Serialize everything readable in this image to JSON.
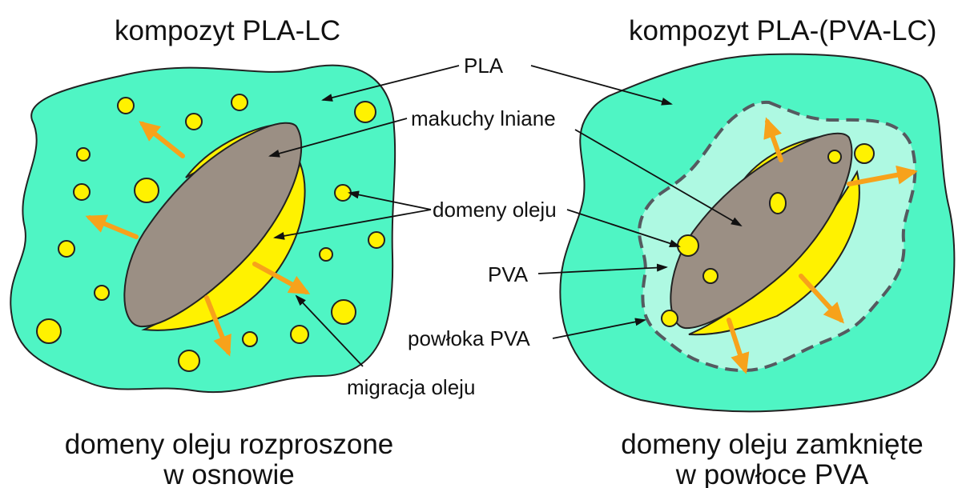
{
  "titles": {
    "left": "kompozyt PLA-LC",
    "right": "kompozyt PLA-(PVA-LC)"
  },
  "labels": {
    "pla": "PLA",
    "makuchy": "makuchy lniane",
    "domeny": "domeny oleju",
    "pva": "PVA",
    "powloka": "powłoka PVA",
    "migracja": "migracja oleju"
  },
  "captions": {
    "left_line1": "domeny oleju rozproszone",
    "left_line2": "w osnowie",
    "right_line1": "domeny oleju zamknięte",
    "right_line2": "w powłoce PVA"
  },
  "colors": {
    "matrix": "#4ff5c4",
    "pva_coating": "#aef9e2",
    "cake": "#9b8f84",
    "oil": "#fff200",
    "migration_arrow": "#f7a21b",
    "dashed_outline": "#555a60"
  }
}
